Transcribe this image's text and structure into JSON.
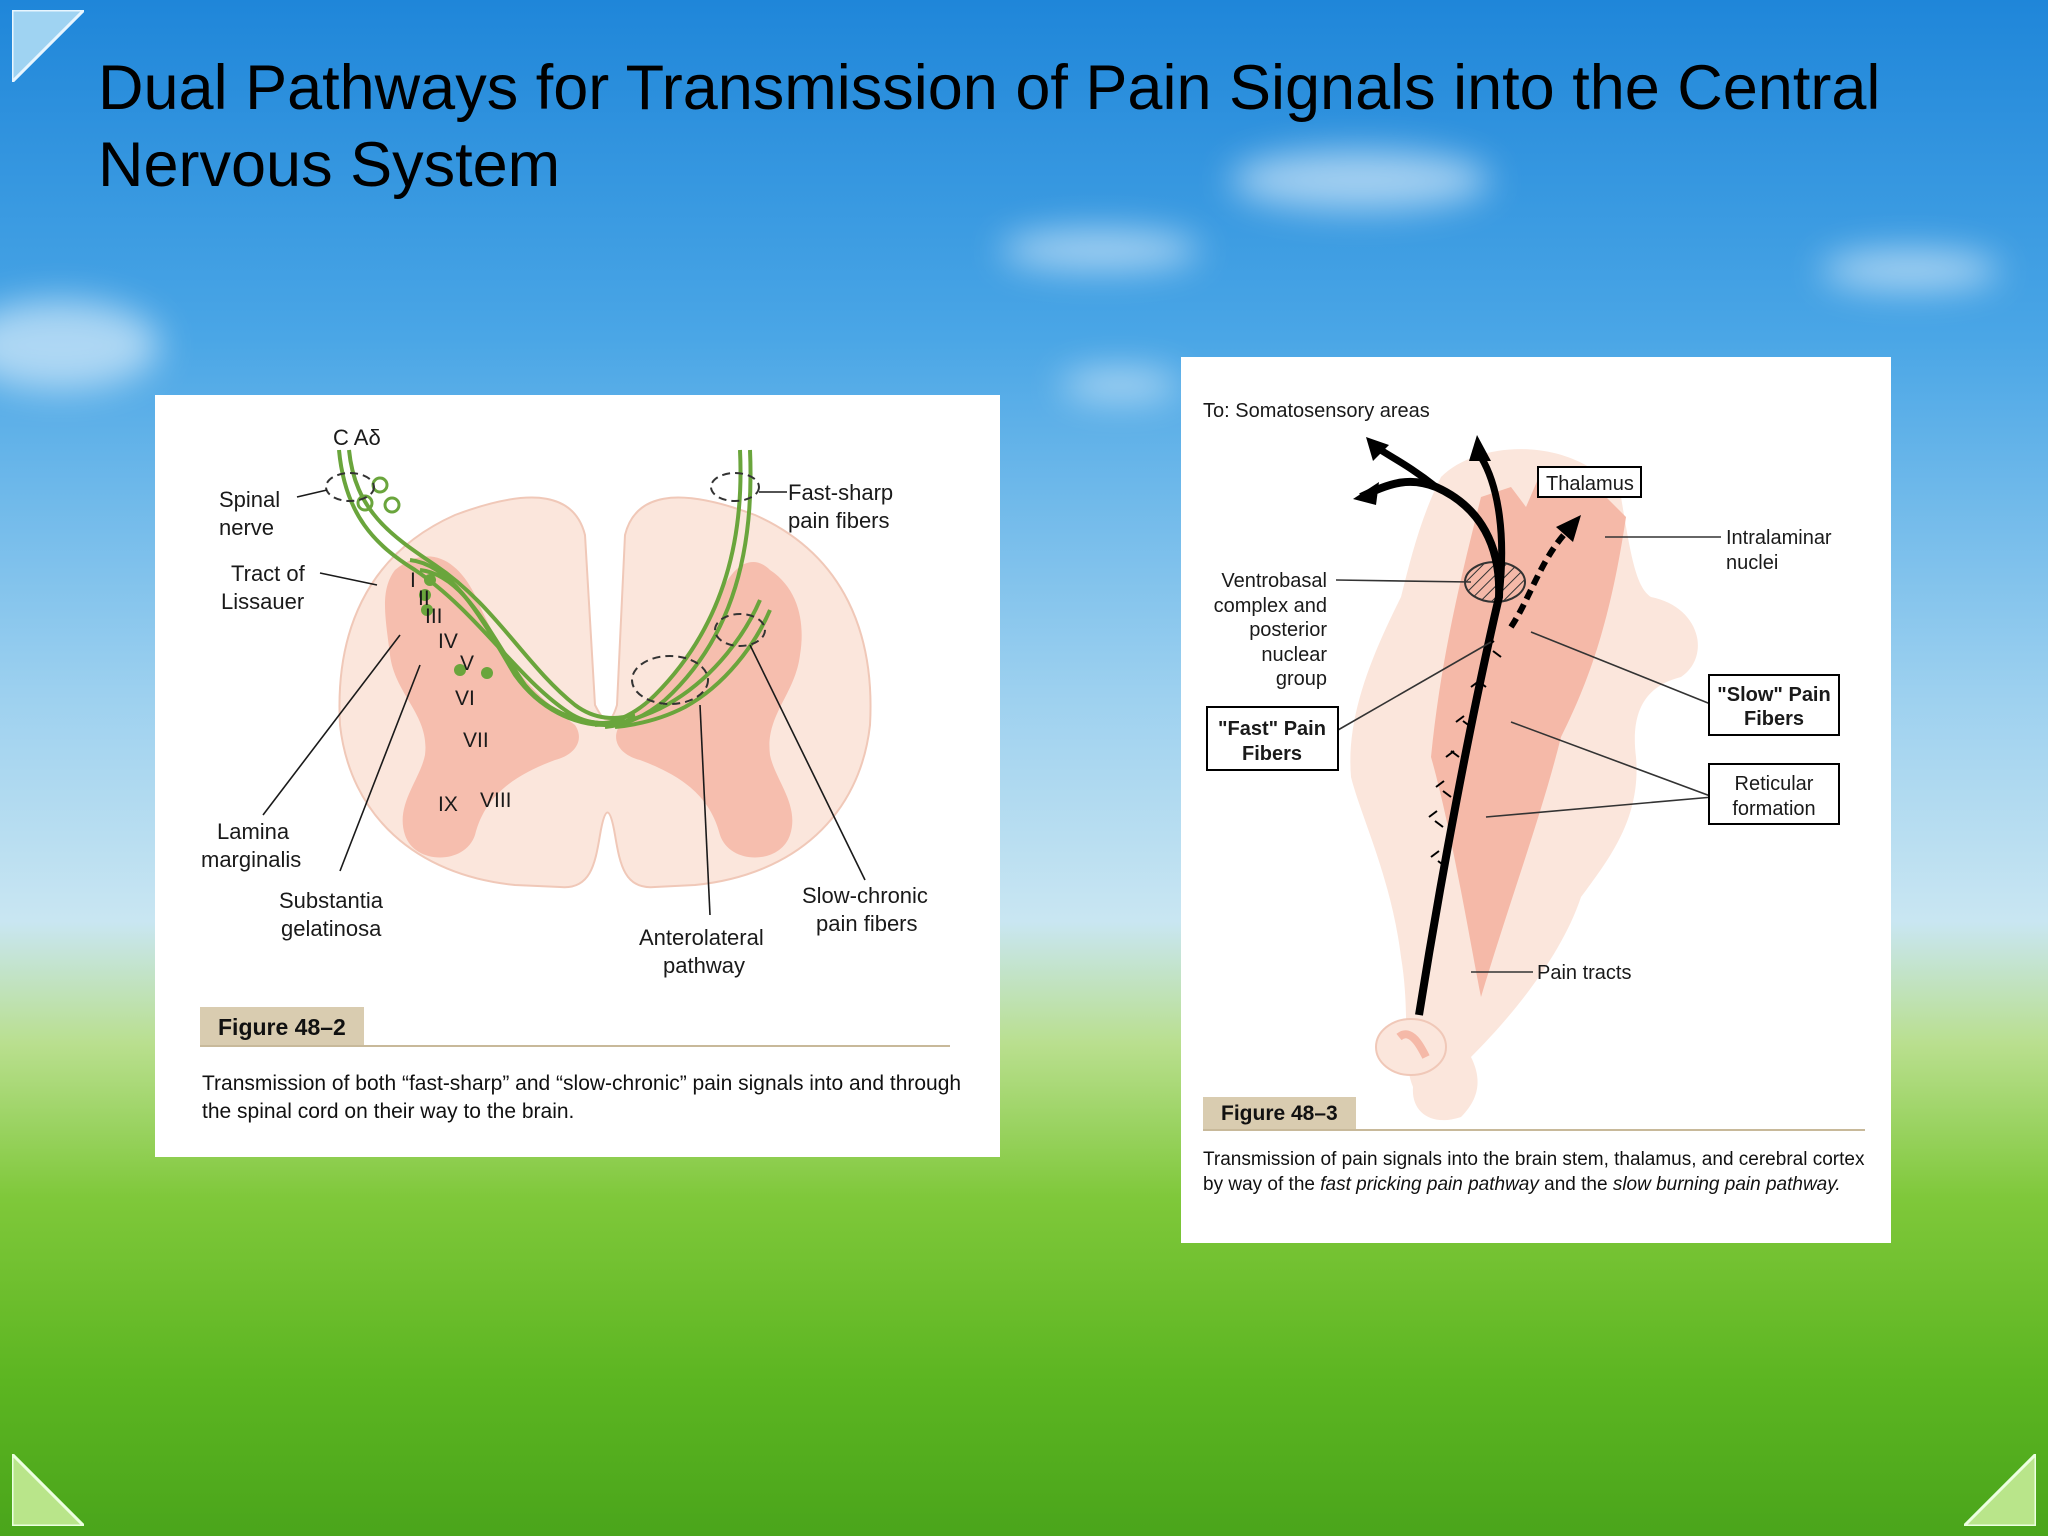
{
  "slide": {
    "title": "Dual Pathways for Transmission of Pain Signals into the Central Nervous System"
  },
  "figure_48_2": {
    "tag": "Figure 48–2",
    "caption": "Transmission of both “fast-sharp” and “slow-chronic” pain signals into and through the spinal cord on their way to the brain.",
    "labels": {
      "fibers_top": "C  Aδ",
      "spinal_nerve_1": "Spinal",
      "spinal_nerve_2": "nerve",
      "tract_1": "Tract of",
      "tract_2": "Lissauer",
      "fast_sharp_1": "Fast-sharp",
      "fast_sharp_2": "pain fibers",
      "lamina_1": "Lamina",
      "lamina_2": "marginalis",
      "substantia_1": "Substantia",
      "substantia_2": "gelatinosa",
      "anterolateral_1": "Anterolateral",
      "anterolateral_2": "pathway",
      "slow_chronic_1": "Slow-chronic",
      "slow_chronic_2": "pain fibers",
      "lamina_I": "I",
      "lamina_II": "II",
      "lamina_III": "III",
      "lamina_IV": "IV",
      "lamina_V": "V",
      "lamina_VI": "VI",
      "lamina_VII": "VII",
      "lamina_VIII": "VIII",
      "lamina_IX": "IX"
    }
  },
  "figure_48_3": {
    "tag": "Figure 48–3",
    "caption_part1": "Transmission of pain signals into the brain stem, thalamus, and cerebral cortex by way of the ",
    "caption_italic1": "fast pricking pain pathway",
    "caption_part2": " and the ",
    "caption_italic2": "slow burning pain pathway.",
    "labels": {
      "somatosensory": "To: Somatosensory areas",
      "thalamus": "Thalamus",
      "intralaminar_1": "Intralaminar",
      "intralaminar_2": "nuclei",
      "ventrobasal_1": "Ventrobasal",
      "ventrobasal_2": "complex and",
      "ventrobasal_3": "posterior",
      "ventrobasal_4": "nuclear",
      "ventrobasal_5": "group",
      "fast_1": "\"Fast\" Pain",
      "fast_2": "Fibers",
      "slow_1": "\"Slow\" Pain",
      "slow_2": "Fibers",
      "reticular_1": "Reticular",
      "reticular_2": "formation",
      "pain_tracts": "Pain tracts"
    }
  },
  "colors": {
    "fiber_green": "#6aa53c",
    "tissue_light": "#fbe6dc",
    "tissue_pink": "#f5b9a8"
  }
}
